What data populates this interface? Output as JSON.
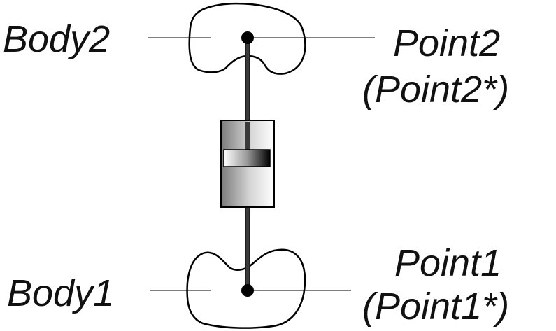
{
  "diagram": {
    "body2_label": "Body2",
    "body1_label": "Body1",
    "point2_label": "Point2",
    "point2_alt_label": "(Point2*)",
    "point1_label": "Point1",
    "point1_alt_label": "(Point1*)"
  },
  "colors": {
    "stroke": "#000000",
    "background": "#ffffff",
    "damper_dark": "#000000",
    "damper_light": "#ffffff"
  }
}
